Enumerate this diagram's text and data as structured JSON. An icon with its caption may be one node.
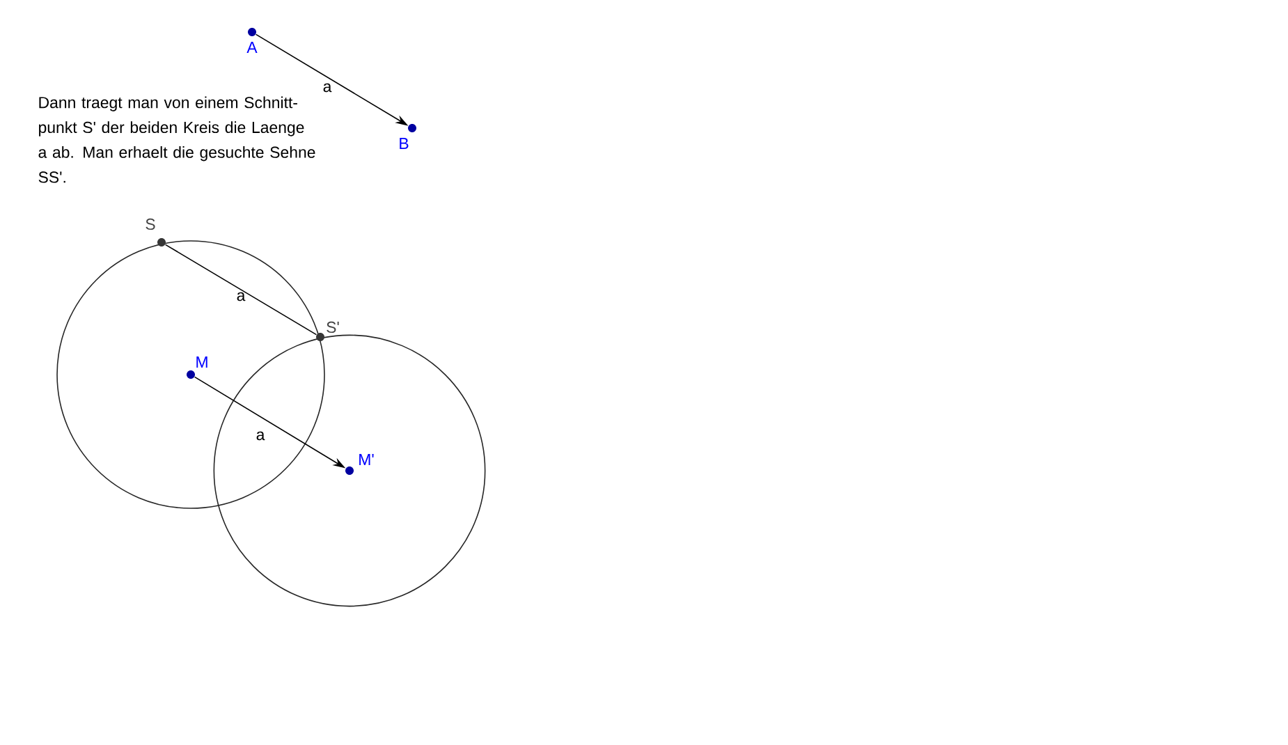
{
  "diagram": {
    "nodes": [
      {
        "text": [
          "A"
        ]
      },
      {
        "text": [
          "B"
        ]
      },
      {
        "text": [
          "S"
        ]
      },
      {
        "text": [
          "S'"
        ]
      },
      {
        "text": [
          "M"
        ]
      },
      {
        "text": [
          "M'"
        ]
      }
    ],
    "edges": [
      {
        "from": 0,
        "to": 1,
        "arrow": "to",
        "label": "a"
      },
      {
        "from": 2,
        "to": 3,
        "arrow": "none",
        "label": "a"
      },
      {
        "from": 4,
        "to": 5,
        "arrow": "to",
        "label": "a"
      }
    ],
    "labels": [
      "Dann traegt man von einem Schnitt- punkt S' der beiden Kreis die Laenge a ab. Man erhaelt die gesuchte Sehne SS'."
    ]
  }
}
